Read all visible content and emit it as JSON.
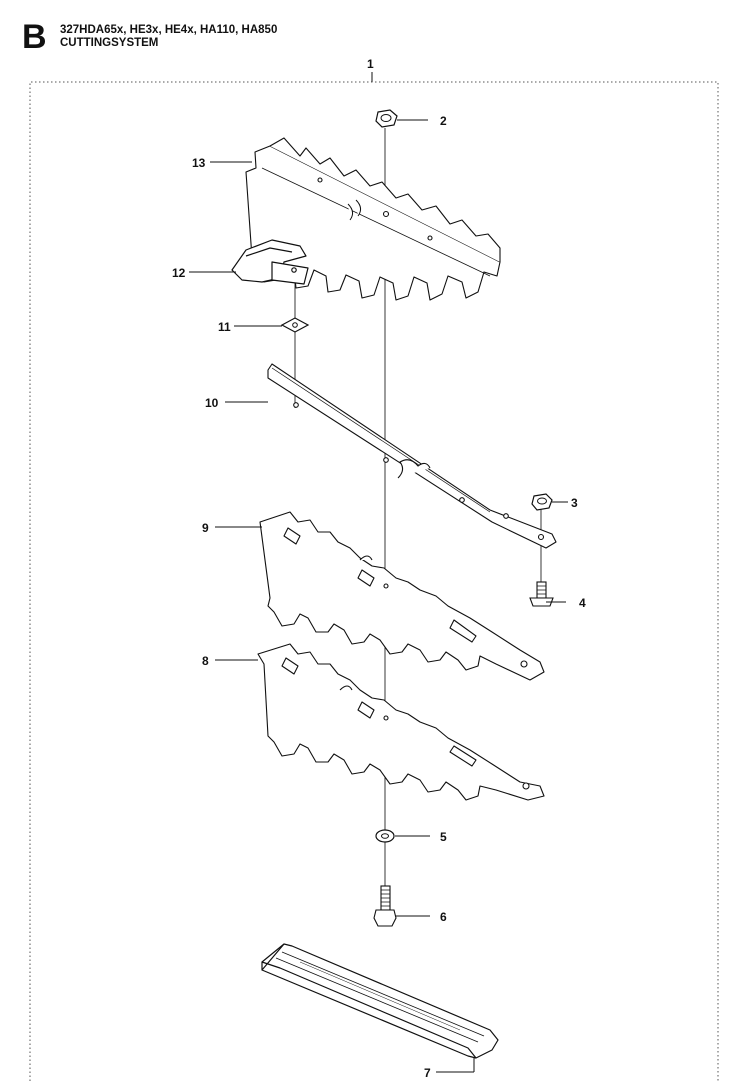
{
  "header": {
    "section_letter": "B",
    "models": "327HDA65x, HE3x, HE4x, HA110, HA850",
    "title": "CUTTINGSYSTEM"
  },
  "callouts": [
    {
      "id": "1",
      "part": "assembly"
    },
    {
      "id": "2",
      "part": "nut"
    },
    {
      "id": "3",
      "part": "nut"
    },
    {
      "id": "4",
      "part": "screw"
    },
    {
      "id": "5",
      "part": "washer"
    },
    {
      "id": "6",
      "part": "bolt"
    },
    {
      "id": "7",
      "part": "blade-guard"
    },
    {
      "id": "8",
      "part": "lower-blade"
    },
    {
      "id": "9",
      "part": "upper-blade"
    },
    {
      "id": "10",
      "part": "guide-bar"
    },
    {
      "id": "11",
      "part": "square-washer"
    },
    {
      "id": "12",
      "part": "clip"
    },
    {
      "id": "13",
      "part": "blade-protector"
    }
  ]
}
